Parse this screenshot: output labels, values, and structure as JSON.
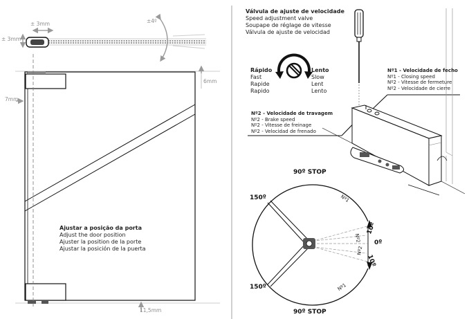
{
  "left": {
    "dims": {
      "top_pm3_a": "± 3mm",
      "top_pm3_b": "± 3mm",
      "tilt": "±4º",
      "mm6": "6mm",
      "mm7": "7mm",
      "mm11_5": "11,5mm"
    },
    "door_position": {
      "title": "Ajustar a posição da porta",
      "lines": [
        "Adjust the door position",
        "Ajuster la position de la porte",
        "Ajustar la posición de la puerta"
      ]
    }
  },
  "right": {
    "valve": {
      "title": "Válvula de ajuste de velocidade",
      "lines": [
        "Speed adjustment valve",
        "Soupape de réglage de vitesse",
        "Válvula de ajuste de velocidad"
      ]
    },
    "fast": {
      "title": "Rápido",
      "lines": [
        "Fast",
        "Rapide",
        "Rapido"
      ]
    },
    "slow": {
      "title": "Lento",
      "lines": [
        "Slow",
        "Lent",
        "Lento"
      ]
    },
    "n1": {
      "title": "Nº1 - Velocidade de fecho",
      "lines": [
        "Nº1 - Closing speed",
        "Nº2 - Vitesse de fermeture",
        "Nº2 - Velocidade de cierre"
      ]
    },
    "n2": {
      "title": "Nº2 - Velocidade de travagem",
      "lines": [
        "Nº2 - Brake speed",
        "Nº2 - Vitesse de freinage",
        "Nº2 - Velocidad de frenado"
      ]
    },
    "angles": {
      "stop_top": "90º STOP",
      "stop_bottom": "90º STOP",
      "a150_top": "150º",
      "a150_bottom": "150º",
      "a10_top": "10º",
      "a0": "0º",
      "a10_bottom": "10º",
      "n1_top": "Nº1",
      "n2_top": "Nº2",
      "n2_bottom": "Nº2",
      "n1_bottom": "Nº1"
    }
  }
}
